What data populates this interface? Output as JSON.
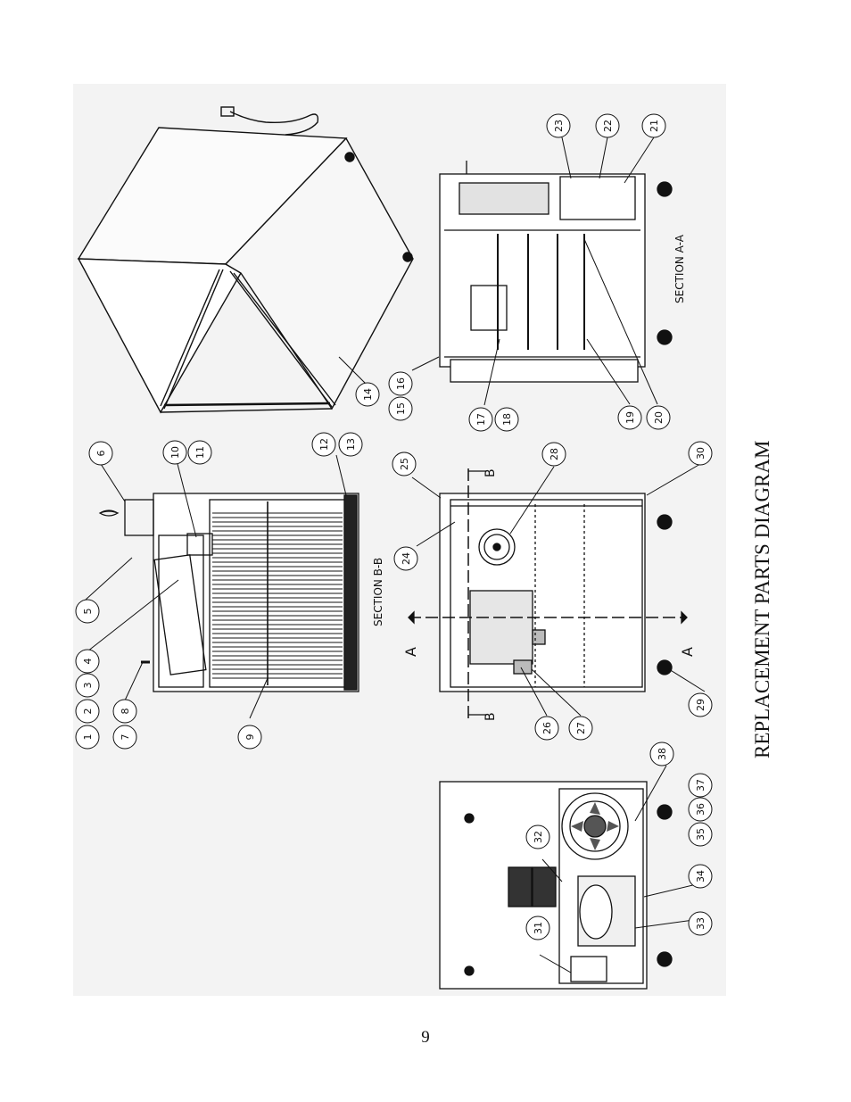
{
  "page": {
    "title": "REPLACEMENT PARTS DIAGRAM",
    "page_number": "9"
  },
  "sections": {
    "section_b_b": "SECTION B-B",
    "section_a_a": "SECTION A-A",
    "cut_marks": {
      "a": "A",
      "b": "B"
    }
  },
  "callouts": [
    "1",
    "2",
    "3",
    "4",
    "5",
    "6",
    "7",
    "8",
    "9",
    "10",
    "11",
    "12",
    "13",
    "14",
    "15",
    "16",
    "17",
    "18",
    "19",
    "20",
    "21",
    "22",
    "23",
    "24",
    "25",
    "26",
    "27",
    "28",
    "29",
    "30",
    "31",
    "32",
    "33",
    "34",
    "35",
    "36",
    "37",
    "38"
  ],
  "colors": {
    "ink": "#111111",
    "panel_bg": "#f2f2f2",
    "paper": "#ffffff"
  }
}
